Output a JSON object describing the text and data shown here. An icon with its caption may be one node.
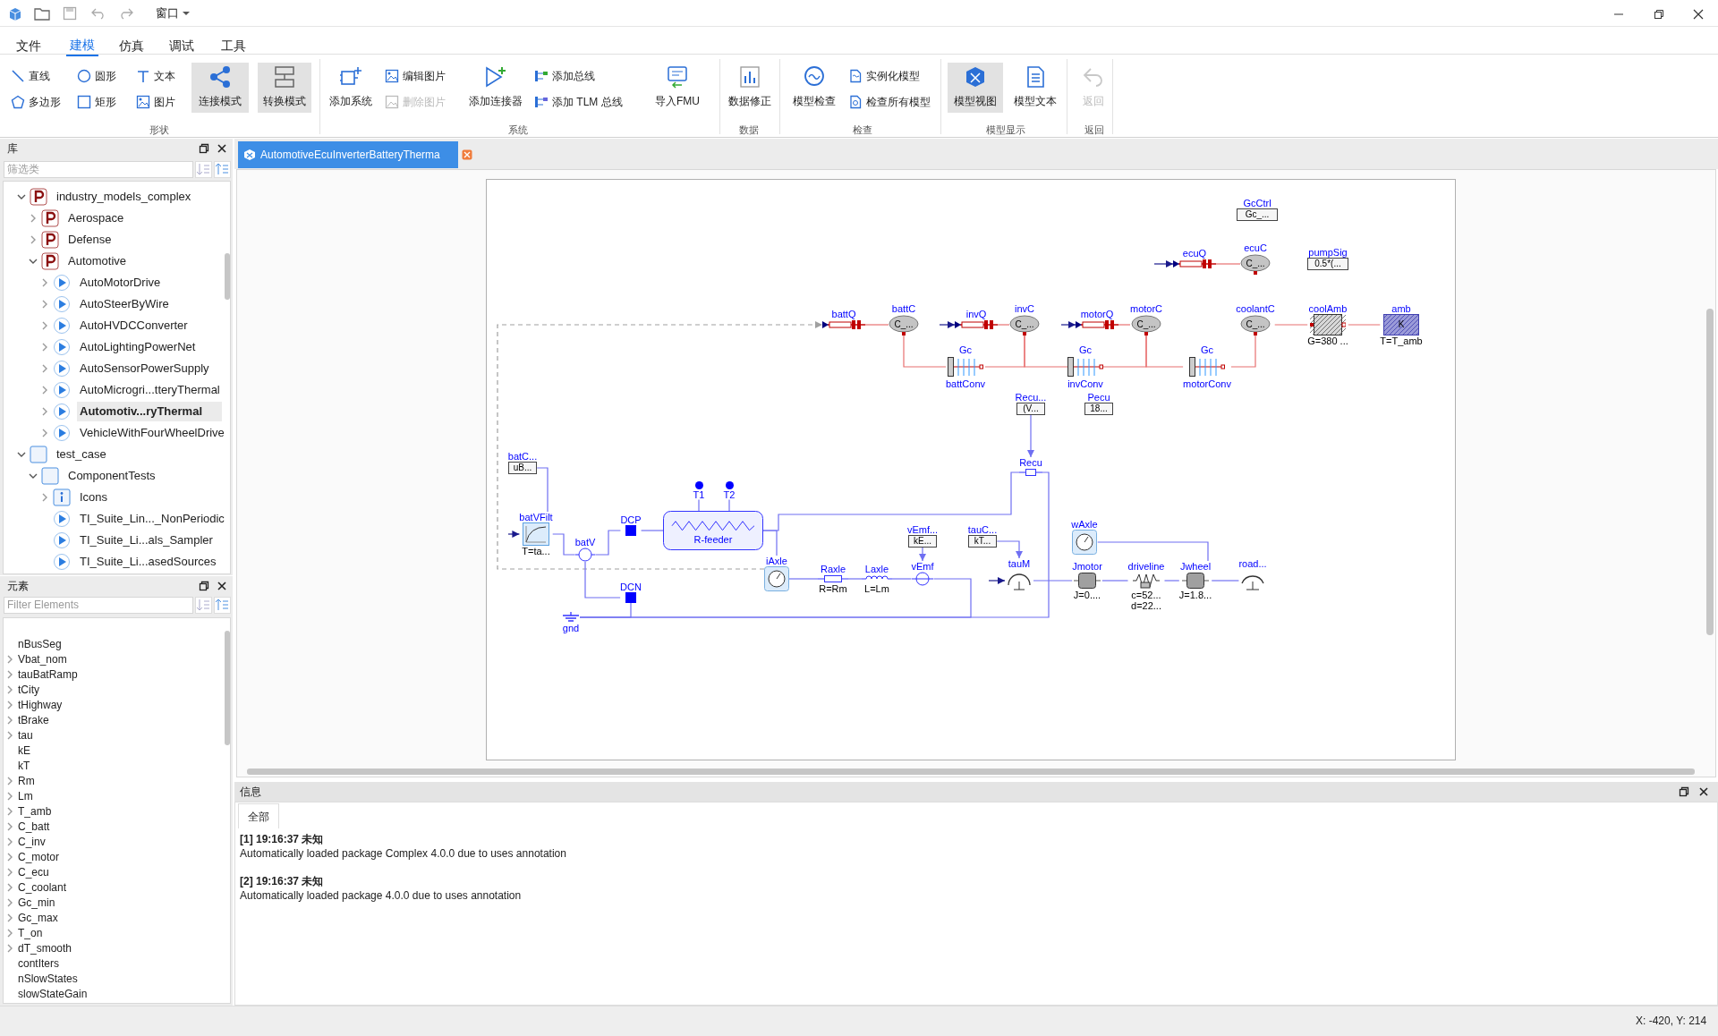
{
  "diagram": {
    "nodes": [
      {
        "text": [
          "GcCtrl",
          "Gc_..."
        ]
      },
      {
        "text": [
          "ecuQ"
        ]
      },
      {
        "text": [
          "ecuC",
          "C_..."
        ]
      },
      {
        "text": [
          "pumpSig",
          "0.5*(..."
        ]
      },
      {
        "text": [
          "battQ"
        ]
      },
      {
        "text": [
          "battC",
          "C_..."
        ]
      },
      {
        "text": [
          "invQ"
        ]
      },
      {
        "text": [
          "invC",
          "C_..."
        ]
      },
      {
        "text": [
          "motorQ"
        ]
      },
      {
        "text": [
          "motorC",
          "C_..."
        ]
      },
      {
        "text": [
          "coolantC",
          "C_..."
        ]
      },
      {
        "text": [
          "coolAmb",
          "G=380 ..."
        ]
      },
      {
        "text": [
          "amb",
          "K",
          "T=T_amb"
        ]
      },
      {
        "text": [
          "Gc",
          "battConv"
        ]
      },
      {
        "text": [
          "Gc",
          "invConv"
        ]
      },
      {
        "text": [
          "Gc",
          "motorConv"
        ]
      },
      {
        "text": [
          "Recu...",
          "(V..."
        ]
      },
      {
        "text": [
          "Pecu",
          "18..."
        ]
      },
      {
        "text": [
          "batC...",
          "uB..."
        ]
      },
      {
        "text": [
          "batVFilt",
          "T=ta..."
        ]
      },
      {
        "text": [
          "batV"
        ]
      },
      {
        "text": [
          "DCP"
        ]
      },
      {
        "text": [
          "DCN"
        ]
      },
      {
        "text": [
          "R-feeder"
        ]
      },
      {
        "text": [
          "T1"
        ]
      },
      {
        "text": [
          "T2"
        ]
      },
      {
        "text": [
          "iAxle"
        ]
      },
      {
        "text": [
          "Raxle",
          "R=Rm"
        ]
      },
      {
        "text": [
          "Laxle",
          "L=Lm"
        ]
      },
      {
        "text": [
          "vEmf"
        ]
      },
      {
        "text": [
          "vEmf...",
          "kE..."
        ]
      },
      {
        "text": [
          "tauC...",
          "kT..."
        ]
      },
      {
        "text": [
          "Recu"
        ]
      },
      {
        "text": [
          "tauM"
        ]
      },
      {
        "text": [
          "wAxle"
        ]
      },
      {
        "text": [
          "Jmotor",
          "J=0...."
        ]
      },
      {
        "text": [
          "driveline",
          "c=52...",
          "d=22..."
        ]
      },
      {
        "text": [
          "Jwheel",
          "J=1.8..."
        ]
      },
      {
        "text": [
          "road..."
        ]
      },
      {
        "text": [
          "gnd"
        ]
      }
    ],
    "edges": [
      {
        "from": 1,
        "to": 2,
        "arrow": "none",
        "color": "#e87070"
      },
      {
        "from": 4,
        "to": 5,
        "arrow": "none",
        "color": "#e87070"
      },
      {
        "from": 6,
        "to": 7,
        "arrow": "none",
        "color": "#e87070"
      },
      {
        "from": 8,
        "to": 9,
        "arrow": "none",
        "color": "#e87070"
      },
      {
        "from": 10,
        "to": 11,
        "arrow": "none",
        "color": "#e87070"
      },
      {
        "from": 11,
        "to": 12,
        "arrow": "none",
        "color": "#e87070"
      },
      {
        "from": 5,
        "to": 13,
        "arrow": "none",
        "color": "#e87070"
      },
      {
        "from": 13,
        "to": 7,
        "arrow": "none",
        "color": "#e87070"
      },
      {
        "from": 7,
        "to": 14,
        "arrow": "none",
        "color": "#e87070"
      },
      {
        "from": 14,
        "to": 9,
        "arrow": "none",
        "color": "#e87070"
      },
      {
        "from": 9,
        "to": 15,
        "arrow": "none",
        "color": "#e87070"
      },
      {
        "from": 15,
        "to": 10,
        "arrow": "none",
        "color": "#e87070"
      },
      {
        "from": 26,
        "to": 4,
        "arrow": "to",
        "style": "dashed",
        "color": "#a0a0a0"
      },
      {
        "from": 18,
        "to": 19,
        "arrow": "none"
      },
      {
        "from": 19,
        "to": 20,
        "arrow": "none"
      },
      {
        "from": 20,
        "to": 21,
        "arrow": "none"
      },
      {
        "from": 20,
        "to": 22,
        "arrow": "none"
      },
      {
        "from": 21,
        "to": 23,
        "arrow": "none"
      },
      {
        "from": 24,
        "to": 23,
        "arrow": "none"
      },
      {
        "from": 25,
        "to": 23,
        "arrow": "none"
      },
      {
        "from": 23,
        "to": 32,
        "arrow": "none"
      },
      {
        "from": 23,
        "to": 26,
        "arrow": "none"
      },
      {
        "from": 26,
        "to": 27,
        "arrow": "none"
      },
      {
        "from": 27,
        "to": 28,
        "arrow": "none"
      },
      {
        "from": 28,
        "to": 29,
        "arrow": "none"
      },
      {
        "from": 30,
        "to": 29,
        "arrow": "to"
      },
      {
        "from": 16,
        "to": 32,
        "arrow": "to"
      },
      {
        "from": 31,
        "to": 33,
        "arrow": "to"
      },
      {
        "from": 29,
        "to": 39,
        "arrow": "none"
      },
      {
        "from": 22,
        "to": 39,
        "arrow": "none"
      },
      {
        "from": 32,
        "to": 39,
        "arrow": "none"
      },
      {
        "from": 33,
        "to": 35,
        "arrow": "none"
      },
      {
        "from": 35,
        "to": 36,
        "arrow": "none"
      },
      {
        "from": 36,
        "to": 37,
        "arrow": "none"
      },
      {
        "from": 37,
        "to": 38,
        "arrow": "none"
      },
      {
        "from": 34,
        "to": 37,
        "arrow": "none"
      },
      {
        "from": null,
        "to": 1,
        "arrow": "to",
        "color": "#1a1a8c"
      },
      {
        "from": null,
        "to": 6,
        "arrow": "to",
        "color": "#1a1a8c"
      },
      {
        "from": null,
        "to": 8,
        "arrow": "to",
        "color": "#1a1a8c"
      },
      {
        "from": null,
        "to": 19,
        "arrow": "to",
        "color": "#1a1a8c"
      },
      {
        "from": null,
        "to": 33,
        "arrow": "to",
        "color": "#1a1a8c"
      }
    ],
    "labels": [
      "窗口",
      "文件",
      "建模",
      "仿真",
      "调试",
      "工具",
      "直线",
      "多边形",
      "圆形",
      "矩形",
      "文本",
      "图片",
      "连接模式",
      "转换模式",
      "添加系统",
      "编辑图片",
      "删除图片",
      "添加连接器",
      "添加总线",
      "添加 TLM 总线",
      "导入FMU",
      "数据修正",
      "模型检查",
      "实例化模型",
      "检查所有模型",
      "模型视图",
      "模型文本",
      "返回",
      "形状",
      "系统",
      "数据",
      "检查",
      "模型显示",
      "返回",
      "库",
      "筛选类",
      "industry_models_complex",
      "Aerospace",
      "Defense",
      "Automotive",
      "AutoMotorDrive",
      "AutoSteerByWire",
      "AutoHVDCConverter",
      "AutoLightingPowerNet",
      "AutoSensorPowerSupply",
      "AutoMicrogri...tteryThermal",
      "Automotiv...ryThermal",
      "VehicleWithFourWheelDrive",
      "test_case",
      "ComponentTests",
      "Icons",
      "TI_Suite_Lin..._NonPeriodic",
      "TI_Suite_Li...als_Sampler",
      "TI_Suite_Li...asedSources",
      "元素",
      "Filter Elements",
      "nBusSeg",
      "Vbat_nom",
      "tauBatRamp",
      "tCity",
      "tHighway",
      "tBrake",
      "tau",
      "kE",
      "kT",
      "Rm",
      "Lm",
      "T_amb",
      "C_batt",
      "C_inv",
      "C_motor",
      "C_ecu",
      "C_coolant",
      "Gc_min",
      "Gc_max",
      "T_on",
      "dT_smooth",
      "contIters",
      "nSlowStates",
      "slowStateGain",
      "AutomotiveEcuInverterBatteryTherma",
      "信息",
      "全部",
      "[1] 19:16:37 未知",
      "Automatically loaded package Complex 4.0.0 due to uses annotation",
      "[2] 19:16:37 未知",
      "Automatically loaded package 4.0.0 due to uses annotation",
      "X: -420, Y: 214"
    ]
  }
}
